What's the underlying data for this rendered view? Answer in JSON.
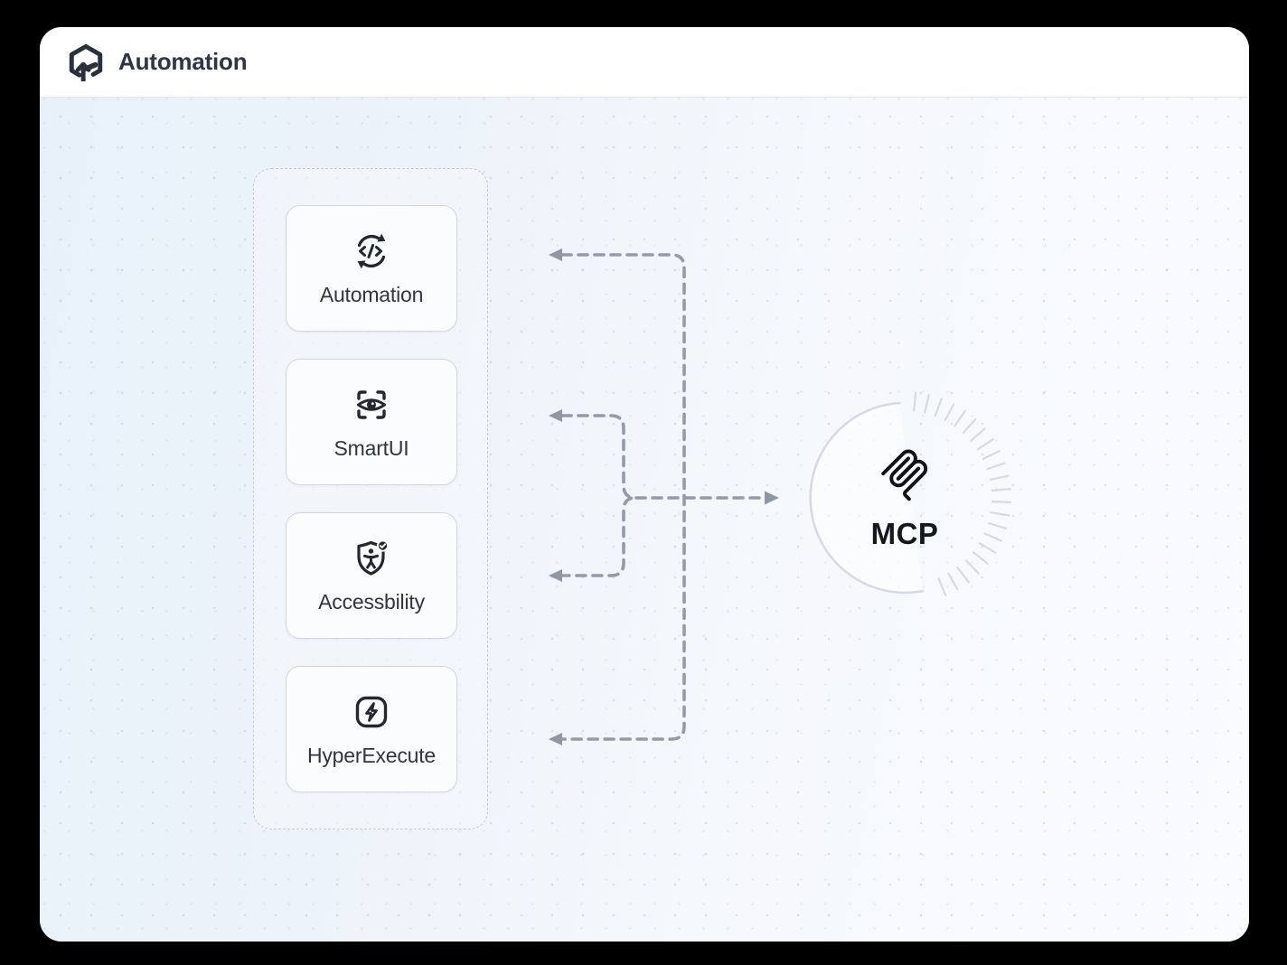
{
  "header": {
    "title": "Automation",
    "logo_icon": "hexagon-arrow-logo"
  },
  "panel": {
    "cards": [
      {
        "label": "Automation",
        "icon": "code-sync-icon"
      },
      {
        "label": "SmartUI",
        "icon": "eye-scan-icon"
      },
      {
        "label": "Accessbility",
        "icon": "shield-person-icon"
      },
      {
        "label": "HyperExecute",
        "icon": "lightning-square-icon"
      }
    ]
  },
  "mcp": {
    "label": "MCP",
    "icon": "mcp-logo"
  },
  "connections": {
    "style": "dashed",
    "arrows": [
      {
        "target": "Automation",
        "arrowhead": "left"
      },
      {
        "target": "SmartUI",
        "arrowhead": "left"
      },
      {
        "target": "Accessbility",
        "arrowhead": "left"
      },
      {
        "target": "HyperExecute",
        "arrowhead": "left"
      },
      {
        "target": "MCP",
        "arrowhead": "right"
      }
    ]
  },
  "theme": {
    "arrow_color": "#949AA9",
    "arrowhead_color": "#8F96A5",
    "ring_color": "#D8D9E7",
    "icon_color": "#23272F",
    "background_left": "#E8F1FA",
    "background_right": "#FAFBFE"
  }
}
